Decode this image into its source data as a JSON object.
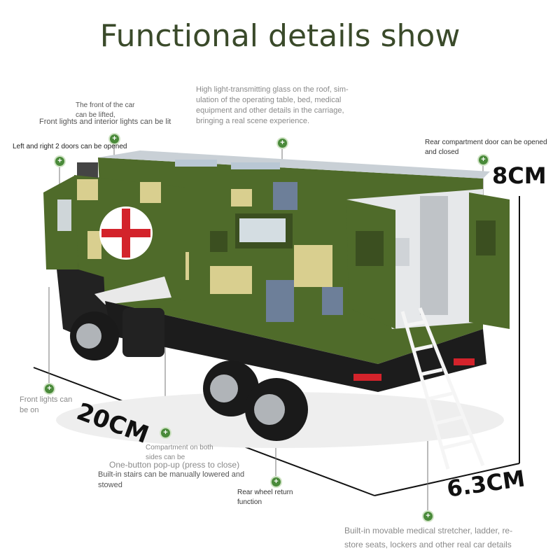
{
  "title": "Functional details show",
  "notes": {
    "front_lift_1": "The front of the car",
    "front_lift_2": "can be lifted,",
    "front_lift_3": "Front lights and interior lights can be lit",
    "doors": "Left and right 2 doors can be opened",
    "glass_1": "High light-transmitting glass on the roof, sim-",
    "glass_2": "ulation of the operating table, bed, medical",
    "glass_3": "equipment and other details in the carriage,",
    "glass_4": "bringing a real scene experience.",
    "rear_door_1": "Rear compartment door can be opened",
    "rear_door_2": "and closed",
    "front_lights_1": "Front lights can",
    "front_lights_2": "be on",
    "compartment_1": "Compartment on both",
    "compartment_2": "sides can be",
    "popup": "One-button pop-up (press to close)",
    "stairs_1": "Built-in stairs can be manually lowered and",
    "stairs_2": "stowed",
    "rear_wheel_1": "Rear wheel return",
    "rear_wheel_2": "function",
    "stretcher_1": "Built-in movable medical stretcher, ladder, re-",
    "stretcher_2": "store seats, lockers and other real car details"
  },
  "dimensions": {
    "height": "8CM",
    "length": "20CM",
    "width": "6.3CM"
  },
  "colors": {
    "camo_green": "#4f6b2a",
    "camo_tan": "#d9cf8f",
    "camo_blue": "#6d7f99",
    "cross_red": "#d3232b",
    "pin_green": "#4a8a3a"
  }
}
